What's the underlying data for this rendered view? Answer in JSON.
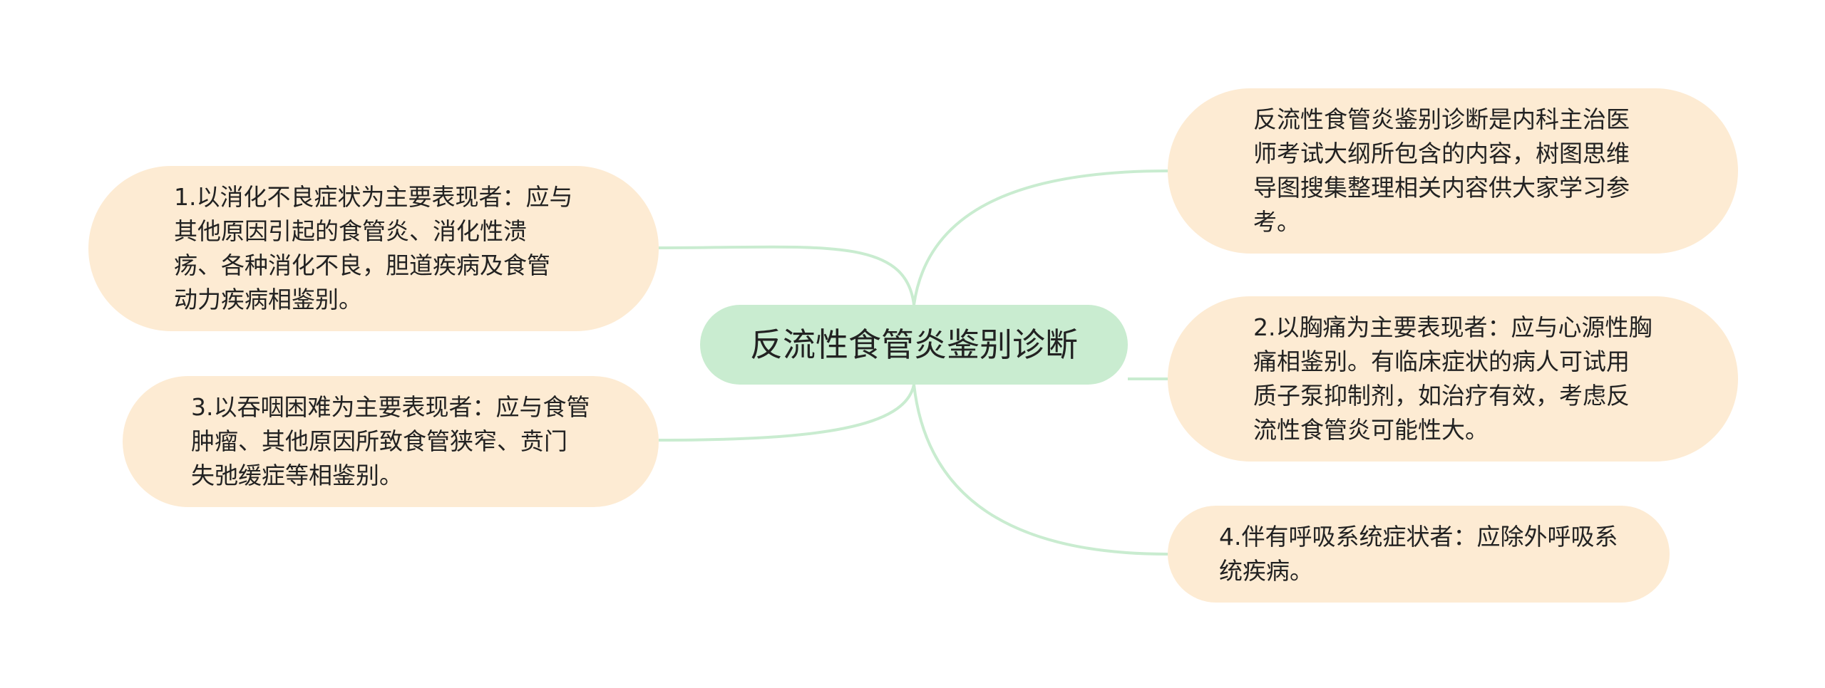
{
  "colors": {
    "center_fill": "#c9ecd0",
    "branch_fill": "#fdebd3",
    "link_stroke": "#c9ecd0",
    "text": "#222222"
  },
  "center": {
    "label": "反流性食管炎鉴别诊断"
  },
  "branches": {
    "left1": "1.以消化不良症状为主要表现者：应与其他原因引起的食管炎、消化性溃疡、各种消化不良，胆道疾病及食管动力疾病相鉴别。",
    "left2": "3.以吞咽困难为主要表现者：应与食管肿瘤、其他原因所致食管狭窄、贲门失弛缓症等相鉴别。",
    "right1": "反流性食管炎鉴别诊断是内科主治医师考试大纲所包含的内容，树图思维导图搜集整理相关内容供大家学习参考。",
    "right2": "2.以胸痛为主要表现者：应与心源性胸痛相鉴别。有临床症状的病人可试用质子泵抑制剂，如治疗有效，考虑反流性食管炎可能性大。",
    "right3": "4.伴有呼吸系统症状者：应除外呼吸系统疾病。"
  }
}
